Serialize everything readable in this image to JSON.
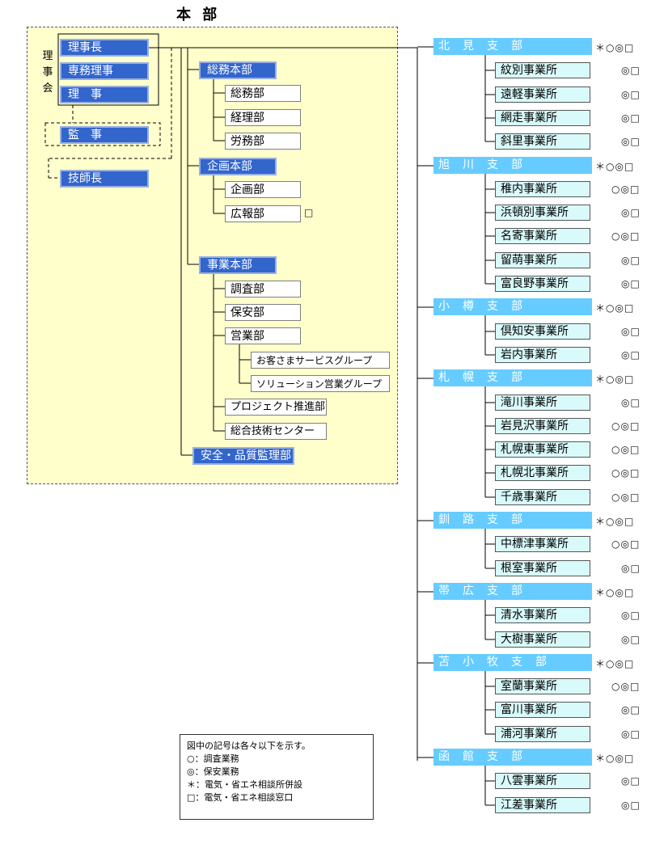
{
  "title": "本 部",
  "board_label": [
    "理",
    "事",
    "会"
  ],
  "board": [
    "理事長",
    "専務理事",
    "理　事"
  ],
  "auditor": "監　事",
  "chief_engineer": "技師長",
  "divisions": {
    "general": {
      "head": "総務本部",
      "depts": [
        "総務部",
        "経理部",
        "労務部"
      ]
    },
    "planning": {
      "head": "企画本部",
      "depts": [
        "企画部",
        "広報部"
      ],
      "pr_mark": "□"
    },
    "business": {
      "head": "事業本部",
      "depts": [
        "調査部",
        "保安部",
        "営業部"
      ],
      "groups": [
        "お客さまサービスグループ",
        "ソリューション営業グループ"
      ],
      "others": [
        "プロジェクト推進部",
        "総合技術センター"
      ]
    },
    "safety": "安全・品質監理部"
  },
  "branches": [
    {
      "name": "北　見　支　部",
      "marks": "＊○◎□",
      "offices": [
        {
          "name": "紋別事業所",
          "marks": "◎□"
        },
        {
          "name": "遠軽事業所",
          "marks": "◎□"
        },
        {
          "name": "網走事業所",
          "marks": "◎□"
        },
        {
          "name": "斜里事業所",
          "marks": "◎□"
        }
      ]
    },
    {
      "name": "旭　川　支　部",
      "marks": "＊○◎□",
      "offices": [
        {
          "name": "稚内事業所",
          "marks": "○◎□"
        },
        {
          "name": "浜頓別事業所",
          "marks": "◎□"
        },
        {
          "name": "名寄事業所",
          "marks": "○◎□"
        },
        {
          "name": "留萌事業所",
          "marks": "◎□"
        },
        {
          "name": "富良野事業所",
          "marks": "◎□"
        }
      ]
    },
    {
      "name": "小　樽　支　部",
      "marks": "＊○◎□",
      "offices": [
        {
          "name": "倶知安事業所",
          "marks": "◎□"
        },
        {
          "name": "岩内事業所",
          "marks": "◎□"
        }
      ]
    },
    {
      "name": "札　幌　支　部",
      "marks": "＊○◎□",
      "offices": [
        {
          "name": "滝川事業所",
          "marks": "◎□"
        },
        {
          "name": "岩見沢事業所",
          "marks": "○◎□"
        },
        {
          "name": "札幌東事業所",
          "marks": "○◎□"
        },
        {
          "name": "札幌北事業所",
          "marks": "○◎□"
        },
        {
          "name": "千歳事業所",
          "marks": "○◎□"
        }
      ]
    },
    {
      "name": "釧　路　支　部",
      "marks": "＊○◎□",
      "offices": [
        {
          "name": "中標津事業所",
          "marks": "○◎□"
        },
        {
          "name": "根室事業所",
          "marks": "◎□"
        }
      ]
    },
    {
      "name": "帯　広　支　部",
      "marks": "＊○◎□",
      "offices": [
        {
          "name": "清水事業所",
          "marks": "◎□"
        },
        {
          "name": "大樹事業所",
          "marks": "◎□"
        }
      ]
    },
    {
      "name": "苫　小　牧　支　部",
      "marks": "＊○◎□",
      "offices": [
        {
          "name": "室蘭事業所",
          "marks": "○◎□"
        },
        {
          "name": "富川事業所",
          "marks": "◎□"
        },
        {
          "name": "浦河事業所",
          "marks": "◎□"
        }
      ]
    },
    {
      "name": "函　館　支　部",
      "marks": "＊○◎□",
      "offices": [
        {
          "name": "八雲事業所",
          "marks": "◎□"
        },
        {
          "name": "江差事業所",
          "marks": "◎□"
        }
      ]
    }
  ],
  "legend": {
    "heading": "図中の記号は各々以下を示す。",
    "items": [
      "○：調査業務",
      "◎：保安業務",
      "＊：電気・省エネ相談所併設",
      "□：電気・省エネ相談窓口"
    ]
  }
}
